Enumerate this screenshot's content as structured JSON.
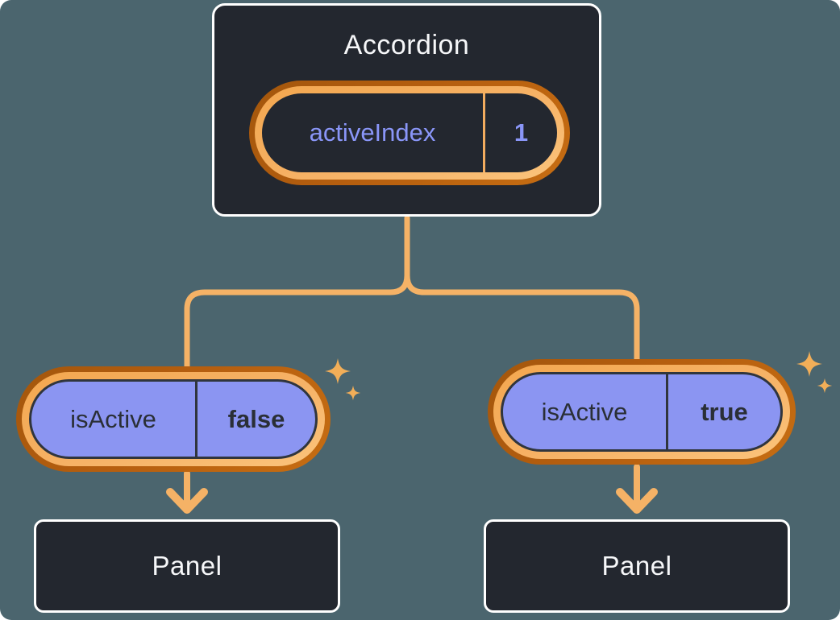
{
  "diagram": {
    "background_color": "#4B656E",
    "accordion": {
      "title": "Accordion",
      "state": {
        "name": "activeIndex",
        "value": "1"
      }
    },
    "children": [
      {
        "prop": {
          "name": "isActive",
          "value": "false"
        },
        "panel_label": "Panel"
      },
      {
        "prop": {
          "name": "isActive",
          "value": "true"
        },
        "panel_label": "Panel"
      }
    ],
    "colors": {
      "background": "#4B656E",
      "card_fill": "#23272F",
      "card_border": "#FFFFFF",
      "card_text": "#F6F7F9",
      "pill_purple_fill": "#8B95F2",
      "pill_purple_text": "#8A96F8",
      "pill_dark_text": "#2A2F36",
      "ring_outer_orange": "#B55E0F",
      "ring_inner_orange": "#F6B266",
      "connector_orange": "#F5B266",
      "sparkle_gold": "#F2AE58"
    }
  }
}
